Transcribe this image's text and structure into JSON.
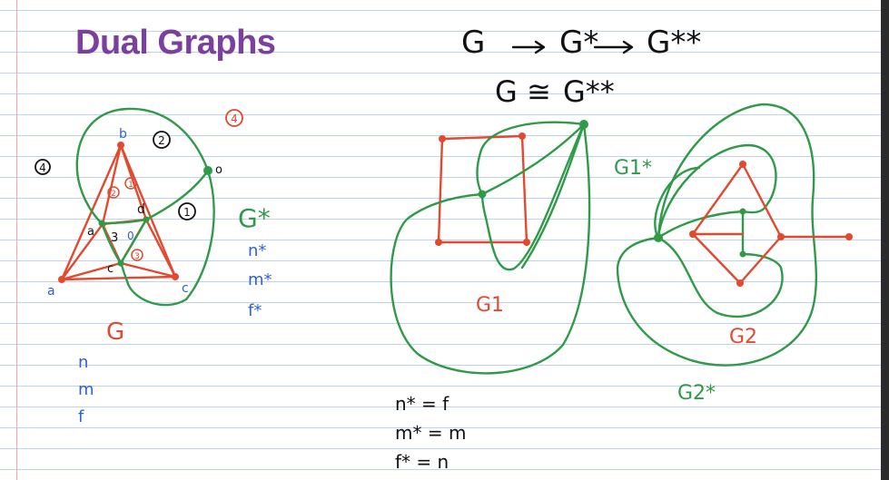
{
  "title": "Dual Graphs",
  "colors": {
    "title": "#7b3fa0",
    "graph_edges": "#e2492f",
    "dual_edges": "#2f9a47",
    "ink_black": "#111111",
    "ink_blue": "#2a62d8",
    "ink_red": "#e2492f",
    "ink_green": "#2f9a47"
  },
  "notation": {
    "chain_g": "G",
    "chain_g_star": "G*",
    "chain_g_star_star": "G**",
    "iso_left": "G",
    "iso_symbol": "≅",
    "iso_right": "G**"
  },
  "left_figure": {
    "vertex_labels": {
      "top": "b",
      "bottom_left": "a",
      "bottom_right": "c",
      "inner_left": "a",
      "inner_top_right": "d",
      "inner_bottom": "c",
      "dual_outer": "o"
    },
    "face_labels": {
      "outer_left": "4",
      "outer_right": "4",
      "top": "2",
      "right": "1",
      "face_tl": "2",
      "face_tr": "1",
      "center_left": "3",
      "center_right": "0",
      "center_bottom": "3"
    },
    "graph_name": "G",
    "dual_name": "G*",
    "dual_params": [
      "n*",
      "m*",
      "f*"
    ],
    "graph_params": [
      "n",
      "m",
      "f"
    ]
  },
  "middle_figure": {
    "label": "G1",
    "equations": [
      "n* = f",
      "m* = m",
      "f* = n"
    ]
  },
  "right_figure": {
    "dual_label_top": "G1*",
    "label": "G2",
    "dual_label_bottom": "G2*"
  }
}
